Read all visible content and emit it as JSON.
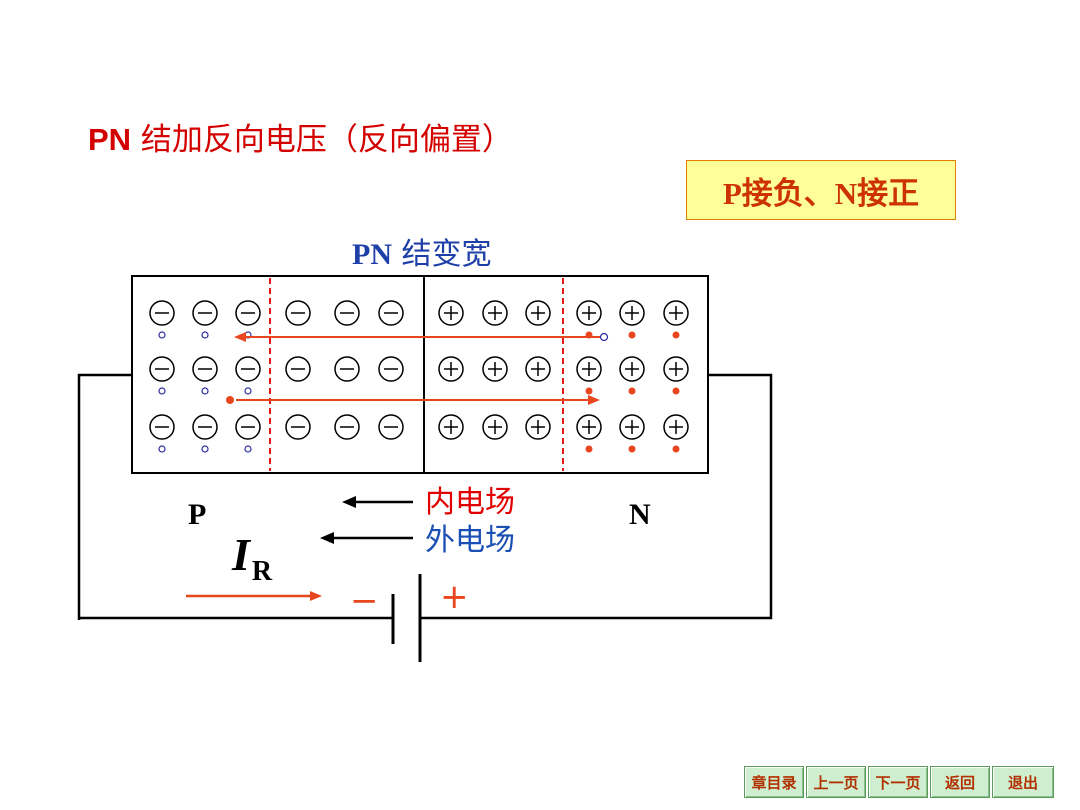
{
  "slide": {
    "title_prefix": "PN",
    "title_rest": " 结加反向电压（反向偏置）",
    "note": "P接负、N接正",
    "junction_label_prefix": "PN",
    "junction_label_rest": " 结变宽",
    "p_label": "P",
    "n_label": "N",
    "inner_field_label": "内电场",
    "outer_field_label": "外电场",
    "current_symbol": "I",
    "current_subscript": "R",
    "battery_minus": "−",
    "battery_plus": "+"
  },
  "nav": [
    {
      "id": "chapter-toc",
      "label": "章目录"
    },
    {
      "id": "prev-page",
      "label": "上一页"
    },
    {
      "id": "next-page",
      "label": "下一页"
    },
    {
      "id": "back",
      "label": "返回"
    },
    {
      "id": "exit",
      "label": "退出"
    }
  ],
  "colors": {
    "title": "#d40000",
    "blue_text": "#1f3fa8",
    "orange": "#e8461e",
    "inner_field": "#e00000",
    "outer_field": "#1a4fb3"
  },
  "diagram": {
    "rows": 3,
    "p_cols": 6,
    "n_cols": 6,
    "p_ion": "negative",
    "n_ion": "positive",
    "p_holes_per_row": 3,
    "n_electrons_per_row": 3
  }
}
